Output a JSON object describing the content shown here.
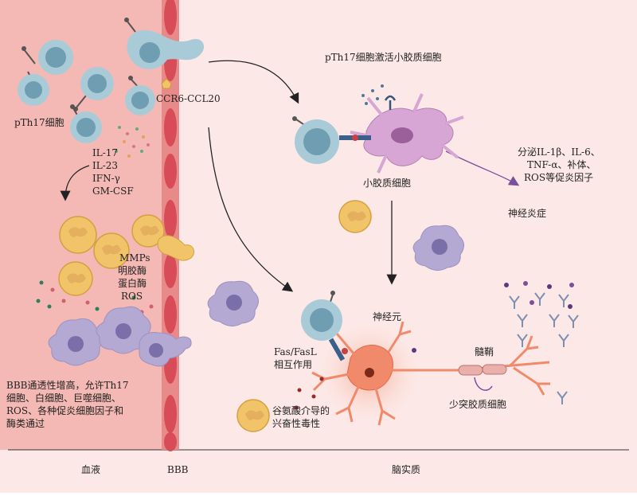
{
  "colors": {
    "blood_bg": "#f4b9b4",
    "brain_bg": "#fce9e7",
    "bbb_cell": "#e0565f",
    "th17_outer": "#a9cbd8",
    "th17_inner": "#6f9db1",
    "microglia": "#d7a6d4",
    "neuron": "#f08a6a",
    "granule_cell": "#f2c46a",
    "macrophage": "#b3a9d3",
    "arrow": "#222222",
    "purple_arrow": "#7b4f9a"
  },
  "labels": {
    "th17_cells": "pTh17细胞",
    "ccr6": "CCR6-CCL20",
    "cytokine_1": "IL-17",
    "cytokine_2": "IL-23",
    "cytokine_3": "IFN-γ",
    "cytokine_4": "GM-CSF",
    "enzyme_1": "MMPs",
    "enzyme_2": "明胶酶",
    "enzyme_3": "蛋白酶",
    "enzyme_4": "ROS",
    "bbb_line_1": "BBB通透性增高，允许Th17",
    "bbb_line_2": "细胞、白细胞、巨噬细胞、",
    "bbb_line_3": "ROS、各种促炎细胞因子和",
    "bbb_line_4": "酶类通过",
    "microglia_activation": "pTh17细胞激活小胶质细胞",
    "microglia": "小胶质细胞",
    "secrete_line_1": "分泌IL-1β、IL-6、",
    "secrete_line_2": "TNF-α、补体、",
    "secrete_line_3": "ROS等促炎因子",
    "neuroinflammation": "神经炎症",
    "neuron": "神经元",
    "fas_line_1": "Fas/FasL",
    "fas_line_2": "相互作用",
    "myelin": "髓鞘",
    "oligodendrocyte": "少突胶质细胞",
    "glutamate_line_1": "谷氨酸介导的",
    "glutamate_line_2": "兴奋性毒性",
    "footer_blood": "血液",
    "footer_bbb": "BBB",
    "footer_brain": "脑实质"
  }
}
